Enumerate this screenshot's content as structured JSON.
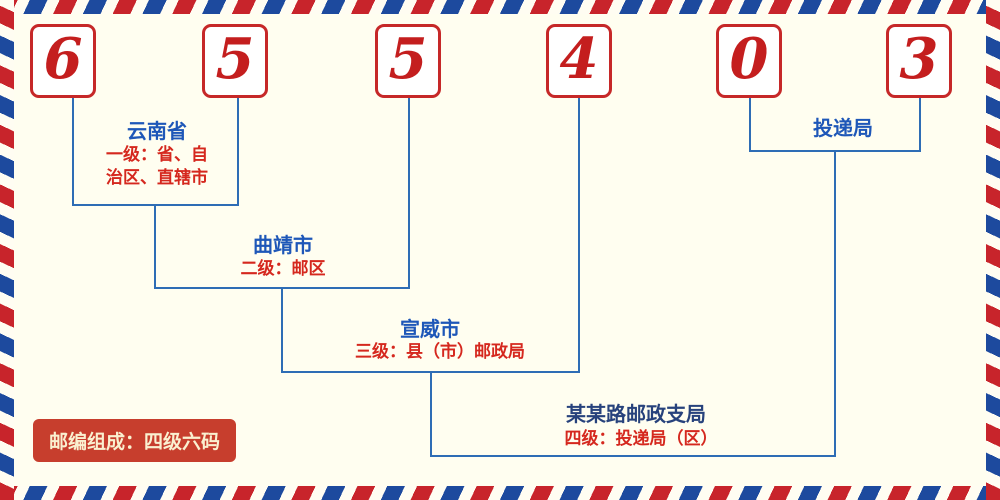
{
  "postal_code": {
    "digits": [
      "6",
      "5",
      "5",
      "4",
      "0",
      "3"
    ]
  },
  "labels": {
    "level1": {
      "name": "云南省",
      "desc_line1": "一级：省、自",
      "desc_line2": "治区、直辖市"
    },
    "level2": {
      "name": "曲靖市",
      "desc": "二级：邮区"
    },
    "level3": {
      "name": "宣威市",
      "desc": "三级：县（市）邮政局"
    },
    "level4": {
      "name": "某某路邮政支局",
      "desc": "四级：投递局（区）"
    },
    "delivery": {
      "name": "投递局"
    }
  },
  "badge": {
    "text": "邮编组成：四级六码"
  },
  "colors": {
    "background": "#fffef0",
    "digit_red": "#c41e1e",
    "box_border_red": "#c62828",
    "line_blue": "#2e6db5",
    "label_blue": "#1e57b8",
    "desc_red": "#d5281e",
    "badge_red": "#c73e2d",
    "badge_text_cream": "#faf0d0",
    "stripe_red": "#c8242b",
    "stripe_blue": "#1d4a9e"
  }
}
